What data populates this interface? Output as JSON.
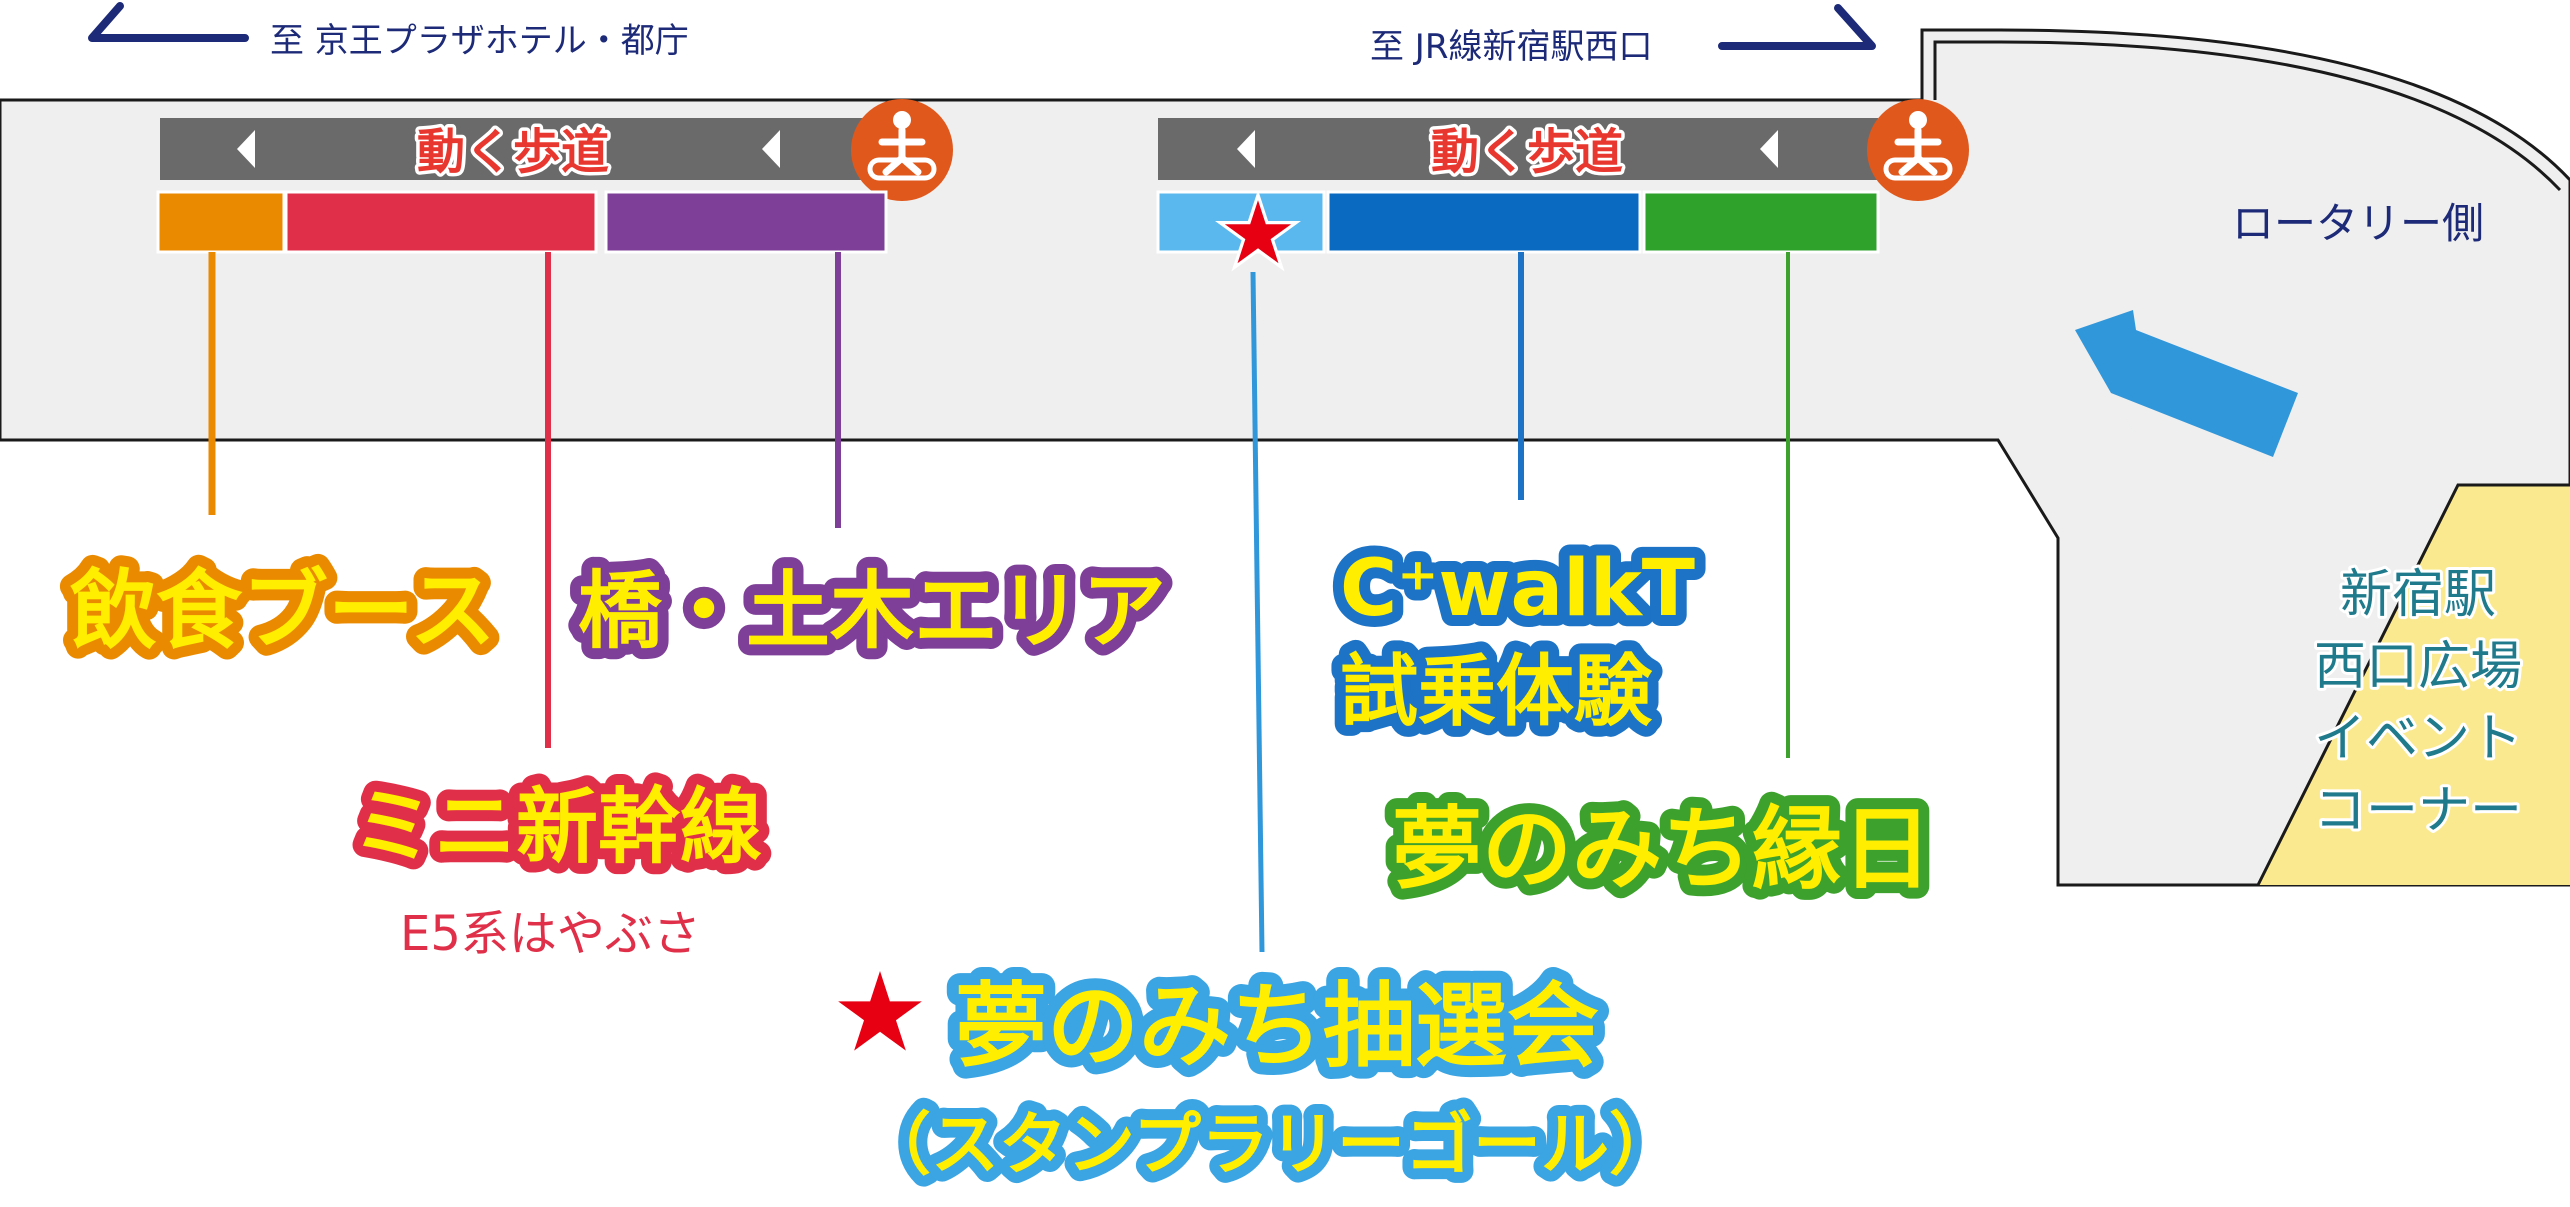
{
  "directions": {
    "west": "至 京王プラザホテル・都庁",
    "east": "至 JR線新宿駅西口"
  },
  "moving_walkways": [
    {
      "label": "動く歩道"
    },
    {
      "label": "動く歩道"
    }
  ],
  "rotary_label": "ロータリー側",
  "plaza_label": [
    "新宿駅",
    "西口広場",
    "イベント",
    "コーナー"
  ],
  "areas": {
    "food": {
      "label": "飲食ブース",
      "color": "#ea8a00"
    },
    "bridge": {
      "label": "橋・土木エリア",
      "color": "#7e3f98"
    },
    "shinkansen": {
      "label": "ミニ新幹線",
      "sub": "E5系はやぶさ",
      "color": "#e03049"
    },
    "cwalk": {
      "label": "C⁺walkT",
      "label2": "試乗体験",
      "color": "#1d73c5"
    },
    "ennichi": {
      "label": "夢のみち縁日",
      "color": "#3ca12d"
    },
    "lottery": {
      "label": "夢のみち抽選会",
      "sub": "（スタンプラリーゴール）",
      "color": "#3ba4e2"
    }
  },
  "colors": {
    "road": "#efefef",
    "walkway": "#6a6a6a",
    "plaza": "#fbe98f",
    "arrow": "#3197db",
    "star": "#e60012",
    "walker_icon_bg": "#e0581c",
    "text_navy": "#1c2a78"
  },
  "icons": [
    "left-arrow-icon",
    "right-arrow-icon",
    "moving-walkway-icon",
    "star-icon",
    "direction-arrow-icon"
  ]
}
